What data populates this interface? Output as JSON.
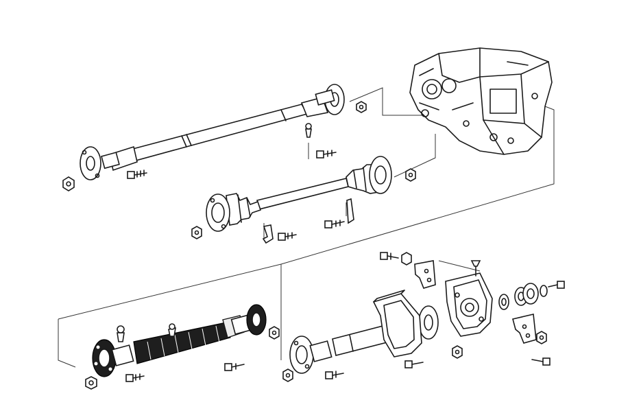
{
  "figure": {
    "type": "exploded-parts-diagram",
    "background": "#ffffff",
    "line_color": "#1a1a1a",
    "text": ""
  },
  "parts": [
    {
      "name": "transfer-case"
    },
    {
      "name": "rear-propeller-shaft"
    },
    {
      "name": "front-drive-shaft-cv"
    },
    {
      "name": "heavy-duty-propeller-shaft"
    },
    {
      "name": "propeller-shaft-with-center-bearing"
    },
    {
      "name": "center-bearing-bracket"
    },
    {
      "name": "rubber-mount"
    },
    {
      "name": "bolts-nuts-washers"
    }
  ]
}
